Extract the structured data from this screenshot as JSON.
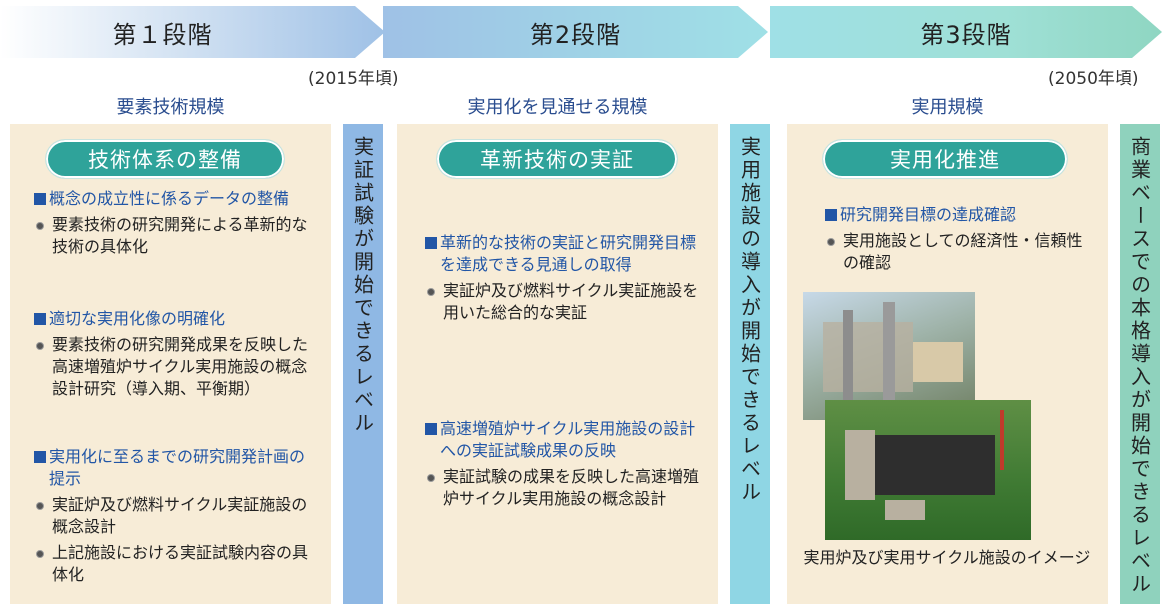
{
  "stages": [
    "第１段階",
    "第2段階",
    "第3段階"
  ],
  "years": {
    "y2015": "(2015年頃)",
    "y2050": "(2050年頃)"
  },
  "scales": [
    "要素技術規模",
    "実用化を見通せる規模",
    "実用規模"
  ],
  "columns": [
    {
      "title": "技術体系の整備",
      "sections": [
        {
          "heading": "概念の成立性に係るデータの整備",
          "bullets": [
            "要素技術の研究開発による革新的な技術の具体化"
          ]
        },
        {
          "heading": "適切な実用化像の明確化",
          "bullets": [
            "要素技術の研究開発成果を反映した高速増殖炉サイクル実用施設の概念設計研究（導入期、平衡期）"
          ]
        },
        {
          "heading": "実用化に至るまでの研究開発計画の提示",
          "bullets": [
            "実証炉及び燃料サイクル実証施設の概念設計",
            "上記施設における実証試験内容の具体化"
          ]
        }
      ]
    },
    {
      "title": "革新技術の実証",
      "sections": [
        {
          "heading": "革新的な技術の実証と研究開発目標を達成できる見通しの取得",
          "bullets": [
            "実証炉及び燃料サイクル実証施設を用いた総合的な実証"
          ]
        },
        {
          "heading": "高速増殖炉サイクル実用施設の設計への実証試験成果の反映",
          "bullets": [
            "実証試験の成果を反映した高速増殖炉サイクル実用施設の概念設計"
          ]
        }
      ]
    },
    {
      "title": "実用化推進",
      "sections": [
        {
          "heading": "研究開発目標の達成確認",
          "bullets": [
            "実用施設としての経済性・信頼性の確認"
          ]
        }
      ],
      "caption": "実用炉及び実用サイクル施設のイメージ"
    }
  ],
  "levels": [
    "実証試験が開始できるレベル",
    "実用施設の導入が開始できるレベル",
    "商業ベースでの本格導入が開始できるレベル"
  ]
}
